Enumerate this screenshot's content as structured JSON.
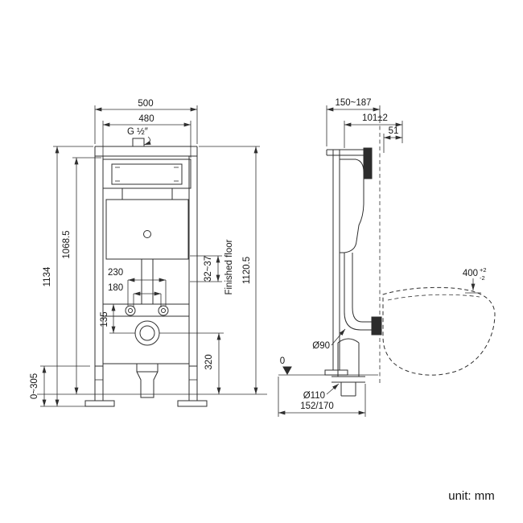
{
  "meta": {
    "unit_label": "unit: mm"
  },
  "front_view": {
    "dim_width_outer": "500",
    "dim_width_inner": "480",
    "inlet_label": "G ½″",
    "dim_height_total": "1134",
    "dim_height_inner": "1068.5",
    "dim_height_floor": "1120.5",
    "dim_bolt_outer": "230",
    "dim_bolt_inner": "180",
    "dim_135": "135",
    "dim_seat_range": "32~37",
    "finished_floor_label": "Finished floor",
    "dim_drain_height": "320",
    "dim_leg_range": "0~305"
  },
  "side_view": {
    "dim_depth_range": "150~187",
    "dim_101": "101±2",
    "dim_51": "51",
    "dim_bowl_height": "400",
    "tol_plus": "+2",
    "tol_minus": "-2",
    "flush_pipe_dia": "Ø90",
    "floor_zero": "0",
    "drain_dia": "Ø110",
    "dim_drain_offset": "152/170"
  }
}
